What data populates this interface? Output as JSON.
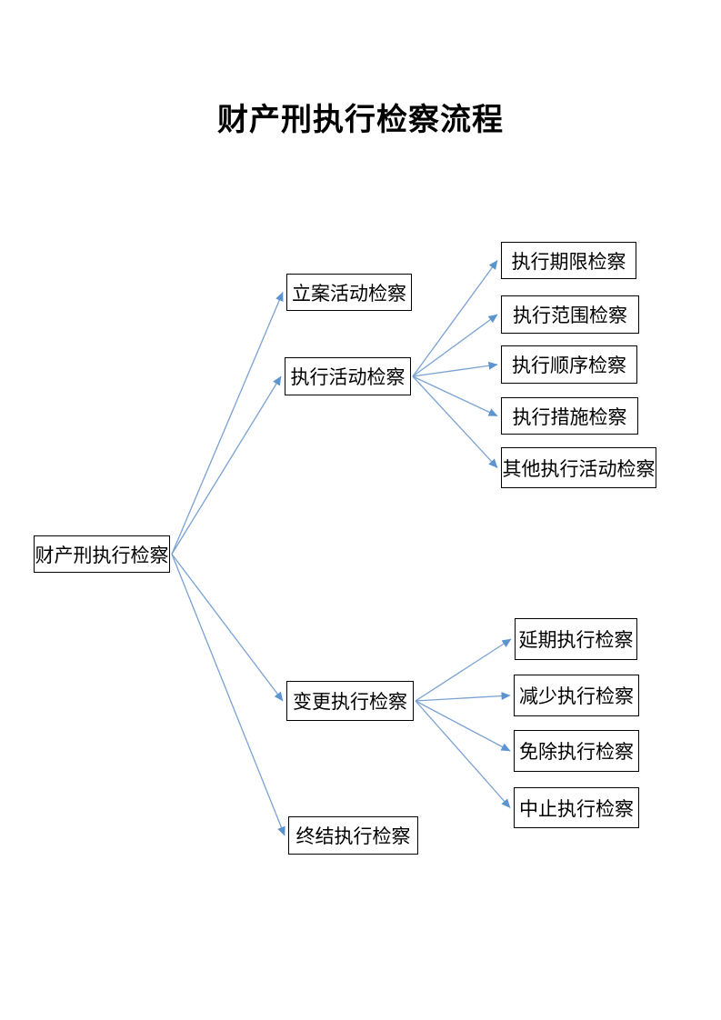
{
  "title": "财产刑执行检察流程",
  "colors": {
    "background": "#ffffff",
    "arrow_line": "#7ba2d4",
    "arrow_head": "#5b94cf",
    "box_border": "#000000",
    "box_text": "#000000"
  },
  "diagram": {
    "nodes": [
      {
        "id": "root",
        "label": "财产刑执行检察"
      },
      {
        "id": "filing",
        "label": "立案活动检察"
      },
      {
        "id": "execution",
        "label": "执行活动检察"
      },
      {
        "id": "modification",
        "label": "变更执行检察"
      },
      {
        "id": "termination",
        "label": "终结执行检察"
      },
      {
        "id": "deadline",
        "label": "执行期限检察"
      },
      {
        "id": "scope",
        "label": "执行范围检察"
      },
      {
        "id": "order",
        "label": "执行顺序检察"
      },
      {
        "id": "measures",
        "label": "执行措施检察"
      },
      {
        "id": "other",
        "label": "其他执行活动检察"
      },
      {
        "id": "postpone",
        "label": "延期执行检察"
      },
      {
        "id": "reduction",
        "label": "减少执行检察"
      },
      {
        "id": "exemption",
        "label": "免除执行检察"
      },
      {
        "id": "suspension",
        "label": "中止执行检察"
      }
    ],
    "edges": [
      {
        "from": "root",
        "to": "filing"
      },
      {
        "from": "root",
        "to": "execution"
      },
      {
        "from": "root",
        "to": "modification"
      },
      {
        "from": "root",
        "to": "termination"
      },
      {
        "from": "execution",
        "to": "deadline"
      },
      {
        "from": "execution",
        "to": "scope"
      },
      {
        "from": "execution",
        "to": "order"
      },
      {
        "from": "execution",
        "to": "measures"
      },
      {
        "from": "execution",
        "to": "other"
      },
      {
        "from": "modification",
        "to": "postpone"
      },
      {
        "from": "modification",
        "to": "reduction"
      },
      {
        "from": "modification",
        "to": "exemption"
      },
      {
        "from": "modification",
        "to": "suspension"
      }
    ]
  }
}
